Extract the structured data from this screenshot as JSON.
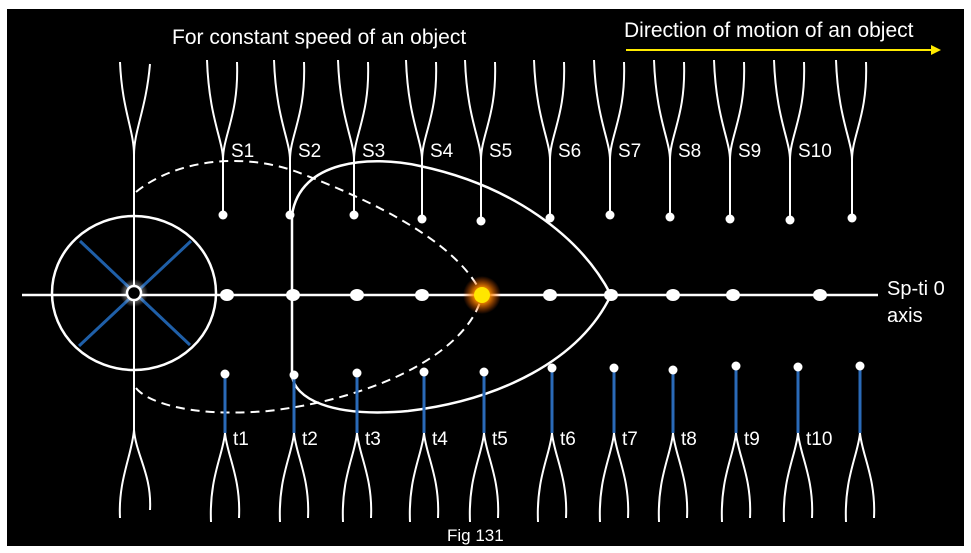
{
  "title": "For constant speed of an object",
  "direction_label": "Direction of motion of an object",
  "axis_label_line1": "Sp-ti 0",
  "axis_label_line2": "axis",
  "caption": "Fig 131",
  "s_labels": [
    "S1",
    "S2",
    "S3",
    "S4",
    "S5",
    "S6",
    "S7",
    "S8",
    "S9",
    "S10"
  ],
  "t_labels": [
    "t1",
    "t2",
    "t3",
    "t4",
    "t5",
    "t6",
    "t7",
    "t8",
    "t9",
    "t10"
  ],
  "colors": {
    "background": "#000000",
    "frame": "#ffffff",
    "line": "#ffffff",
    "spoke": "#1f5fa8",
    "t_stem": "#2a6ab8",
    "arrow": "#ffeb00",
    "glow": "#ff9a00",
    "object": "#ffe600"
  }
}
